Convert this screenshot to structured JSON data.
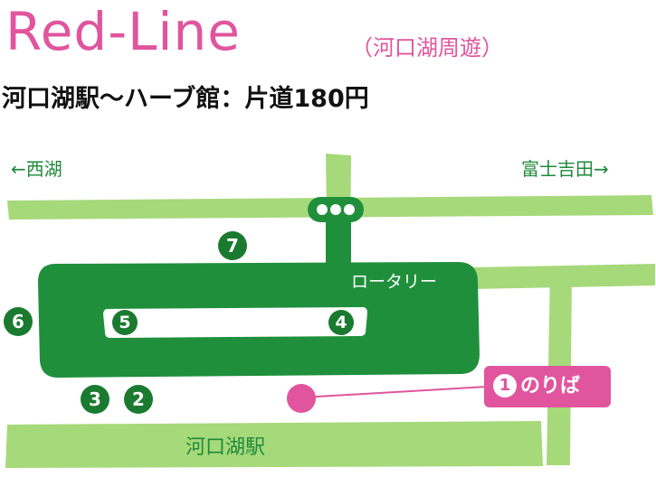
{
  "title": "Red-Line",
  "title_paren": "（河口湖周遊）",
  "fare": "河口湖駅～ハーブ館：片道180円",
  "directions": {
    "left": "←西湖",
    "right": "富士吉田→"
  },
  "rotary_label": "ロータリー",
  "station_label": "河口湖駅",
  "noriba": {
    "number": "1",
    "label": "のりば"
  },
  "stops": [
    "2",
    "3",
    "4",
    "5",
    "6",
    "7"
  ],
  "colors": {
    "title_pink": "#e0559e",
    "road_light_green": "#a6d97a",
    "rotary_dark_green": "#1f8f3c",
    "stop_green": "#1a7a2f",
    "label_green": "#1e8a3a"
  }
}
